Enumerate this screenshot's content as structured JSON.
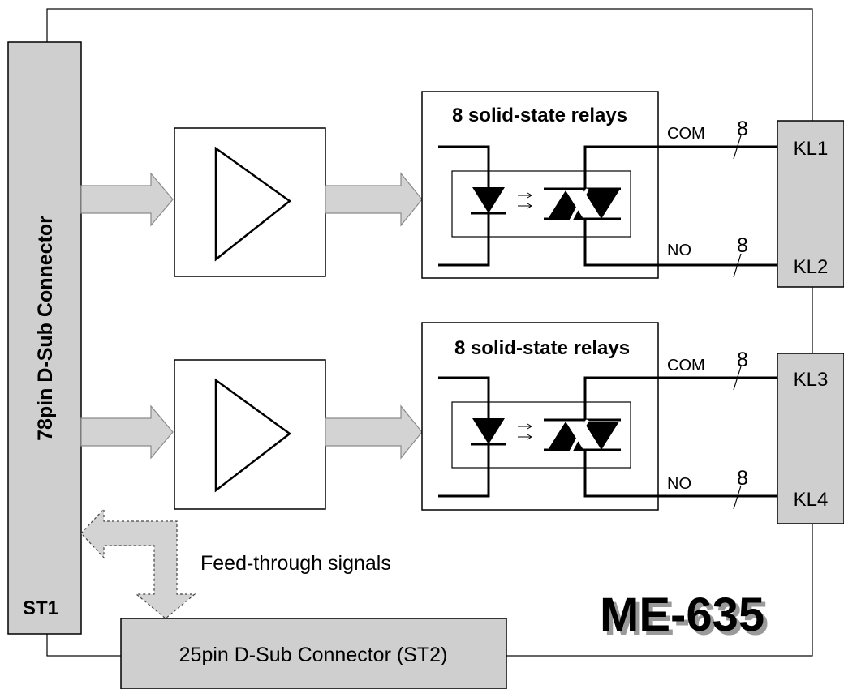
{
  "connector_st1": {
    "name": "78pin D-Sub Connector",
    "tag": "ST1"
  },
  "connector_st2": {
    "name": "25pin D-Sub Connector (ST2)"
  },
  "relay_blocks": [
    {
      "title": "8 solid-state relays",
      "com_label": "COM",
      "com_count": "8",
      "no_label": "NO",
      "no_count": "8",
      "terminal_top": "KL1",
      "terminal_bottom": "KL2"
    },
    {
      "title": "8 solid-state relays",
      "com_label": "COM",
      "com_count": "8",
      "no_label": "NO",
      "no_count": "8",
      "terminal_top": "KL3",
      "terminal_bottom": "KL4"
    }
  ],
  "feed_through_label": "Feed-through signals",
  "model": "ME-635"
}
